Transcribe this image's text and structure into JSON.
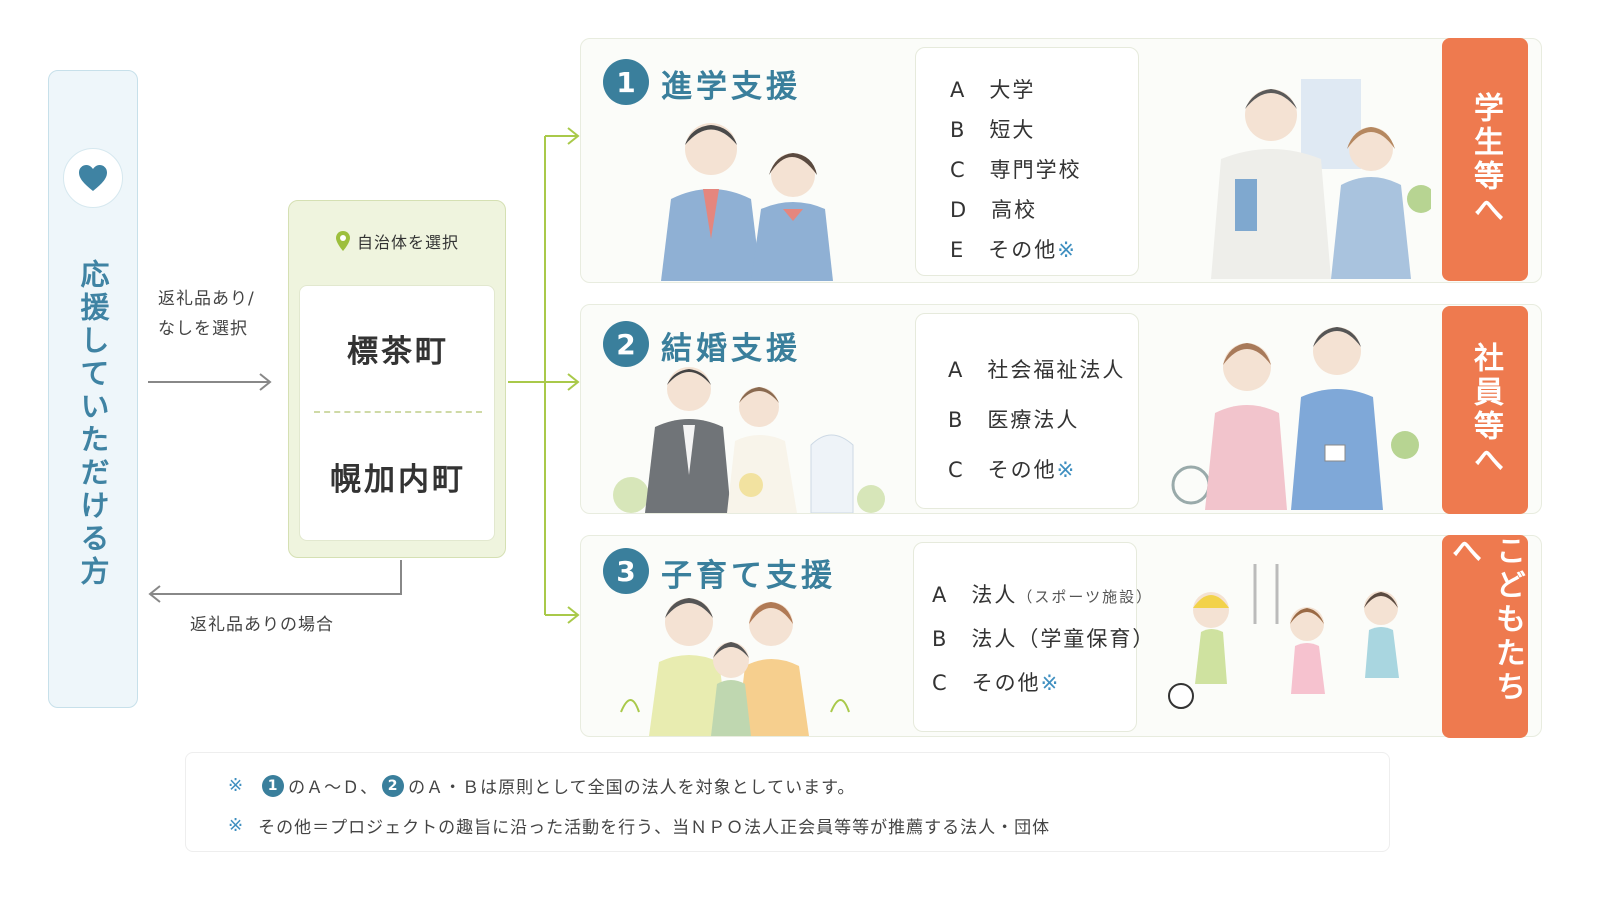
{
  "supporter": {
    "label": "応援していただける方",
    "icon": "heart-icon"
  },
  "flow": {
    "select_gift": [
      "返礼品あり/",
      "なしを選択"
    ],
    "return_label": "返礼品ありの場合"
  },
  "town": {
    "header": "自治体を選択",
    "icon": "map-pin-icon",
    "towns": [
      "標茶町",
      "幌加内町"
    ]
  },
  "supports": [
    {
      "number": "1",
      "title": "進学支援",
      "options": [
        {
          "letter": "A",
          "text": "大学",
          "mark": ""
        },
        {
          "letter": "B",
          "text": "短大",
          "mark": ""
        },
        {
          "letter": "C",
          "text": "専門学校",
          "mark": ""
        },
        {
          "letter": "D",
          "text": "高校",
          "mark": ""
        },
        {
          "letter": "E",
          "text": "その他",
          "mark": "※"
        }
      ],
      "destination": "学生等へ"
    },
    {
      "number": "2",
      "title": "結婚支援",
      "options": [
        {
          "letter": "A",
          "text": "社会福祉法人",
          "mark": ""
        },
        {
          "letter": "B",
          "text": "医療法人",
          "mark": ""
        },
        {
          "letter": "C",
          "text": "その他",
          "mark": "※"
        }
      ],
      "destination": "社員等へ"
    },
    {
      "number": "3",
      "title": "子育て支援",
      "options": [
        {
          "letter": "A",
          "text": "法人",
          "paren": "（スポーツ施設）",
          "mark": ""
        },
        {
          "letter": "B",
          "text": "法人（学童保育）",
          "mark": ""
        },
        {
          "letter": "C",
          "text": "その他",
          "mark": "※"
        }
      ],
      "destination": "こどもたちへ"
    }
  ],
  "notes": {
    "mark": "※",
    "line1": {
      "num1": "1",
      "part1": "のＡ～Ｄ、",
      "num2": "2",
      "part2": "のＡ・Ｂは原則として全国の法人を対象としています。"
    },
    "line2": "その他＝プロジェクトの趣旨に沿った活動を行う、当ＮＰＯ法人正会員等等が推薦する法人・団体"
  },
  "colors": {
    "teal": "#3a7f9c",
    "orange": "#ee7a4f",
    "green": "#a9c94a",
    "light_blue": "#eef6fa"
  }
}
